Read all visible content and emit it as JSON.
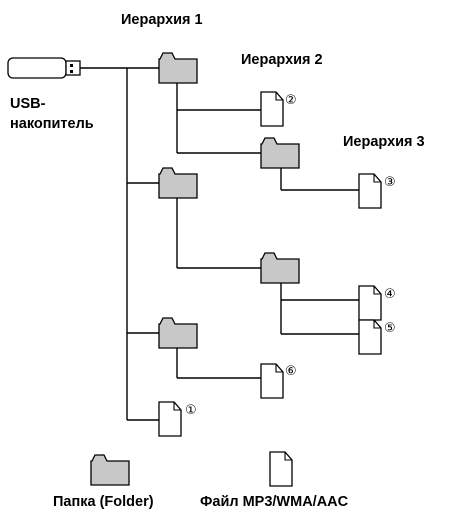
{
  "labels": {
    "hierarchy_1": "Иерархия 1",
    "hierarchy_2": "Иерархия 2",
    "hierarchy_3": "Иерархия 3",
    "usb_line1": "USB-",
    "usb_line2": "накопитель",
    "legend_folder": "Папка (Folder)",
    "legend_file": "Файл MP3/WMA/AAC"
  },
  "file_numbers": {
    "f1": "①",
    "f2": "②",
    "f3": "③",
    "f4": "④",
    "f5": "⑤",
    "f6": "⑥"
  },
  "icons": {
    "usb": "usb-drive-icon",
    "folder": "folder-icon",
    "file": "file-icon"
  },
  "colors": {
    "folder_fill": "#c8c8c8",
    "line": "#000000"
  }
}
